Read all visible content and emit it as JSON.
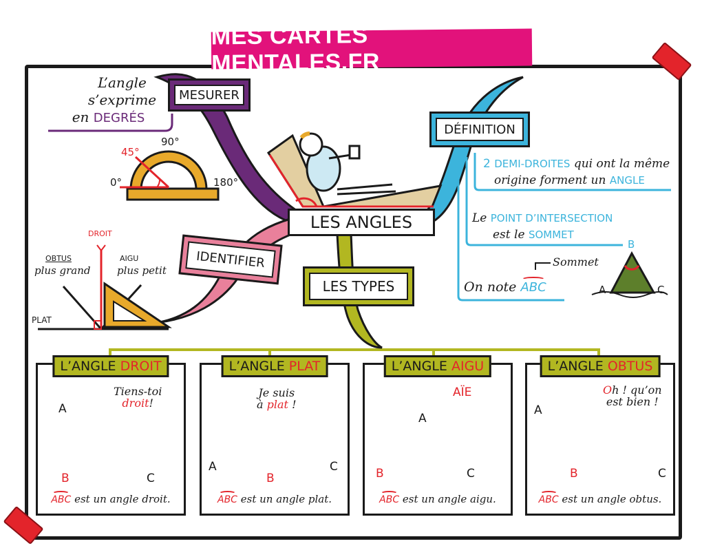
{
  "brand": {
    "title": "MES CARTES MENTALES.FR",
    "color": "#e2127b"
  },
  "center": {
    "title": "LES ANGLES"
  },
  "branches": {
    "mesurer": {
      "label": "MESURER",
      "color": "#6a2a78",
      "note_line1": "L’angle",
      "note_line2": "s’exprime",
      "note_line3_prefix": "en",
      "note_line3_highlight": "DEGRÉS",
      "protractor": {
        "tick_0": "0°",
        "tick_45": "45°",
        "tick_90": "90°",
        "tick_180": "180°"
      }
    },
    "definition": {
      "label": "DÉFINITION",
      "color": "#3cb4dc",
      "line1_num": "2",
      "line1_highlight": "DEMI-DROITES",
      "line1_rest": "qui ont la même",
      "line2_rest": "origine forment un",
      "line2_highlight": "ANGLE",
      "line3_prefix": "Le",
      "line3_highlight": "POINT D’INTERSECTION",
      "line4_prefix": "est le",
      "line4_highlight": "SOMMET",
      "notation_prefix": "On note",
      "notation_value": "ABC",
      "sommet_pointer": "Sommet",
      "mountain": {
        "a": "A",
        "b": "B",
        "c": "C"
      }
    },
    "identifier": {
      "label": "IDENTIFIER",
      "color": "#e9809b",
      "droit": "DROIT",
      "obtus": "OBTUS",
      "obtus_note": "plus grand",
      "aigu": "AIGU",
      "aigu_note": "plus petit",
      "plat": "PLAT"
    },
    "types": {
      "label": "LES TYPES",
      "color": "#b2b721"
    }
  },
  "cards": [
    {
      "title_prefix": "L’ANGLE",
      "title_highlight": "DROIT",
      "bubble_line1": "Tiens-toi",
      "bubble_line2_highlight": "droit",
      "bubble_line2_rest": "!",
      "a": "A",
      "b": "B",
      "c": "C",
      "caption_abc": "ABC",
      "caption": "est un angle droit."
    },
    {
      "title_prefix": "L’ANGLE",
      "title_highlight": "PLAT",
      "bubble_line1": "Je suis",
      "bubble_line2_prefix": "à",
      "bubble_line2_highlight": "plat",
      "bubble_line2_rest": "!",
      "a": "A",
      "b": "B",
      "c": "C",
      "caption_abc": "ABC",
      "caption": "est un angle plat."
    },
    {
      "title_prefix": "L’ANGLE",
      "title_highlight": "AIGU",
      "bubble_line1_highlight": "AÏE",
      "a": "A",
      "b": "B",
      "c": "C",
      "caption_abc": "ABC",
      "caption": "est un angle aigu."
    },
    {
      "title_prefix": "L’ANGLE",
      "title_highlight": "OBTUS",
      "bubble_line1_highlight": "O",
      "bubble_line1_rest": "h ! qu’on",
      "bubble_line2": "est bien !",
      "a": "A",
      "b": "B",
      "c": "C",
      "caption_abc": "ABC",
      "caption": "est un angle obtus."
    }
  ]
}
